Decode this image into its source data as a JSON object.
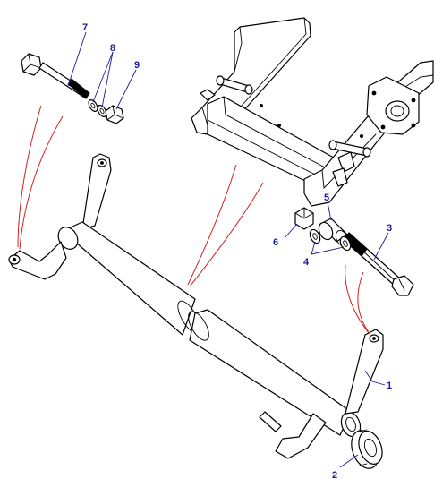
{
  "callouts": [
    {
      "id": "p1",
      "label": "1"
    },
    {
      "id": "p2",
      "label": "2"
    },
    {
      "id": "p3",
      "label": "3"
    },
    {
      "id": "p4",
      "label": "4"
    },
    {
      "id": "p5",
      "label": "5"
    },
    {
      "id": "p6",
      "label": "6"
    },
    {
      "id": "p7",
      "label": "7"
    },
    {
      "id": "p8",
      "label": "8"
    },
    {
      "id": "p9",
      "label": "9"
    }
  ],
  "colors": {
    "callout_text": "#1a1aa0",
    "leader_line": "#1a1aa0",
    "red_indicator": "#d42020",
    "outline": "#000000",
    "background": "#ffffff"
  }
}
